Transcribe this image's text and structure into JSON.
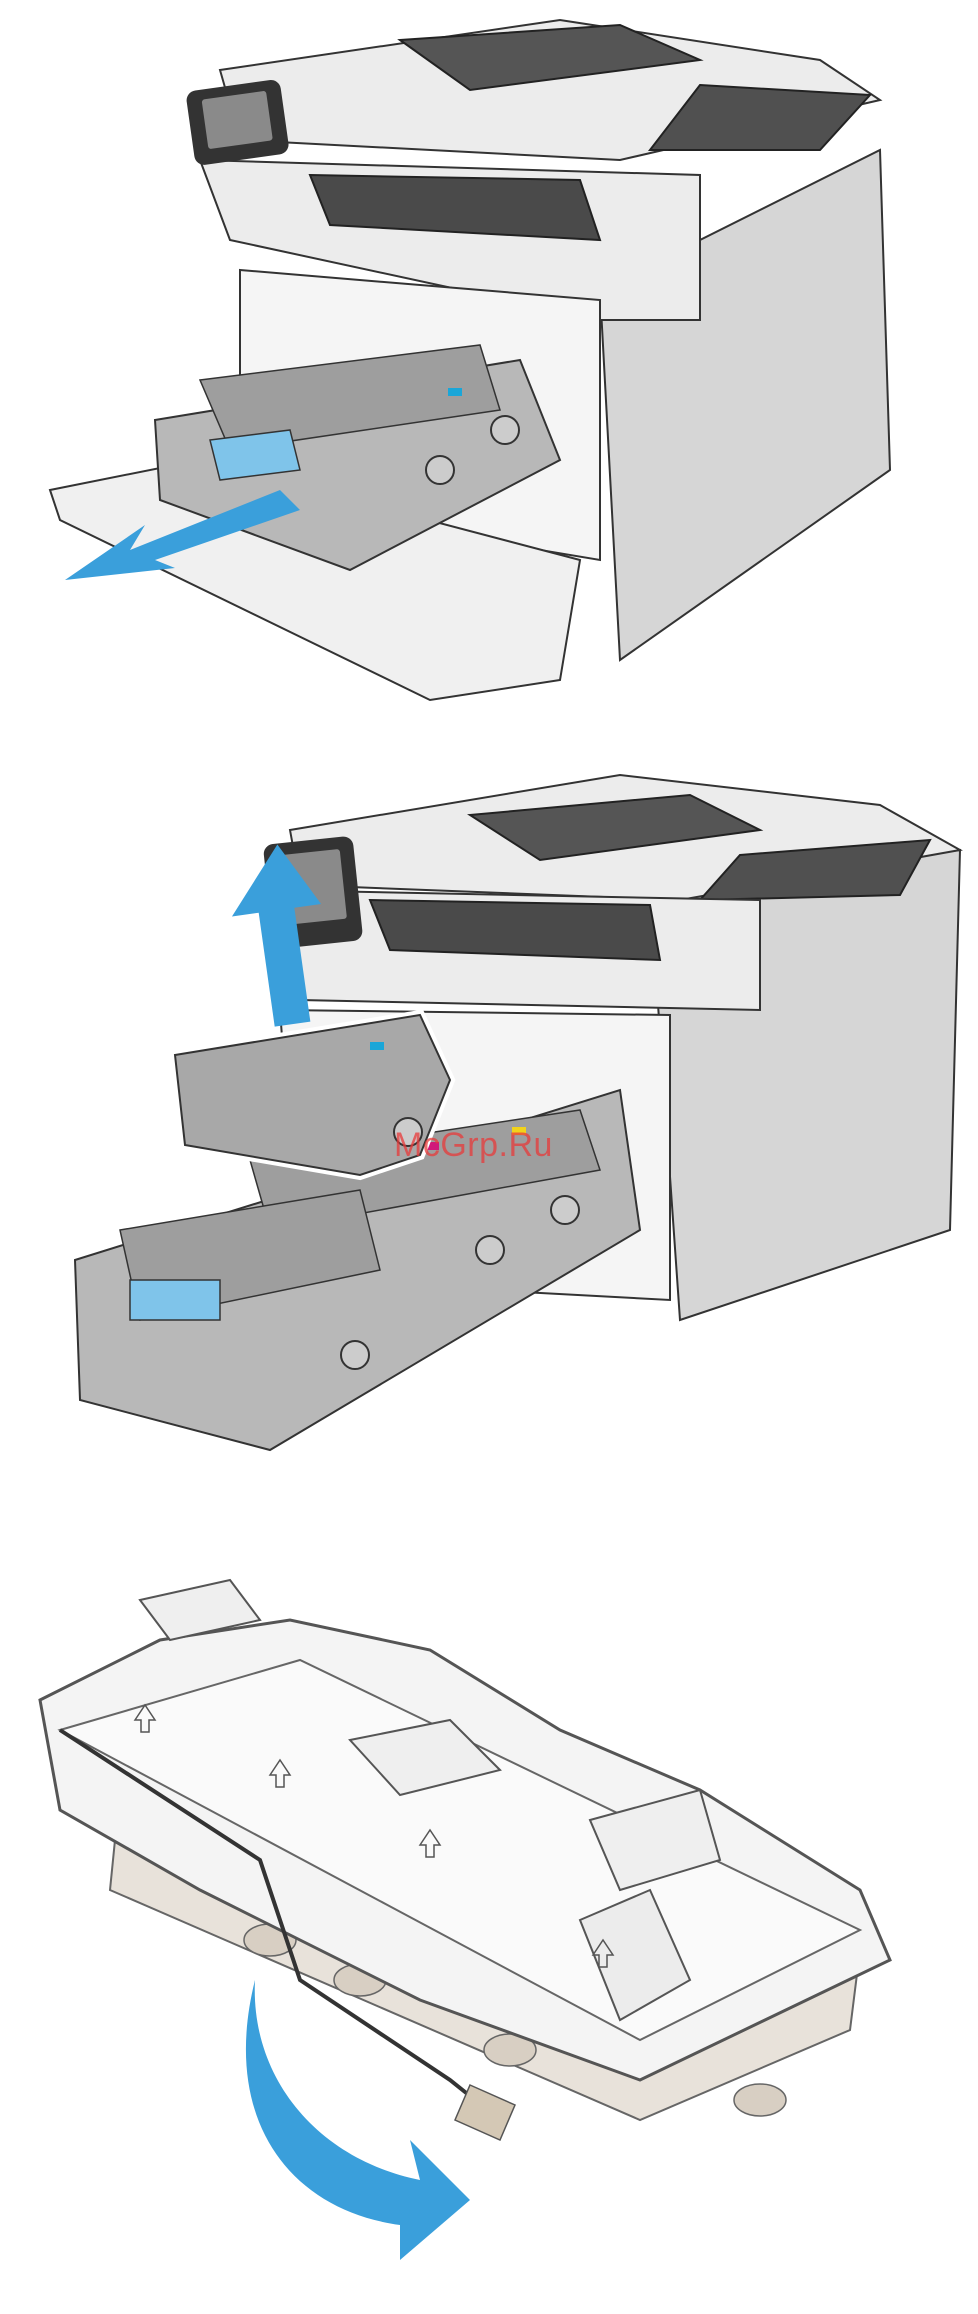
{
  "watermark": {
    "text": "McGrp.Ru"
  },
  "colors": {
    "arrow": "#3a9fdb",
    "toner_highlight": "#7fc4ea",
    "cyan_mark": "#1aa6d8",
    "magenta_mark": "#d0197a",
    "yellow_mark": "#f2d31a",
    "body_light": "#ececec",
    "body_mid": "#d3d3d3",
    "body_dark": "#4a4a4a",
    "outline": "#333333"
  },
  "figures": [
    {
      "id": "fig1",
      "icon": "pull-out-drawer-arrow-icon"
    },
    {
      "id": "fig2",
      "icon": "lift-cartridge-up-arrow-icon"
    },
    {
      "id": "fig3",
      "icon": "remove-cartridge-rotate-arrow-icon"
    }
  ]
}
